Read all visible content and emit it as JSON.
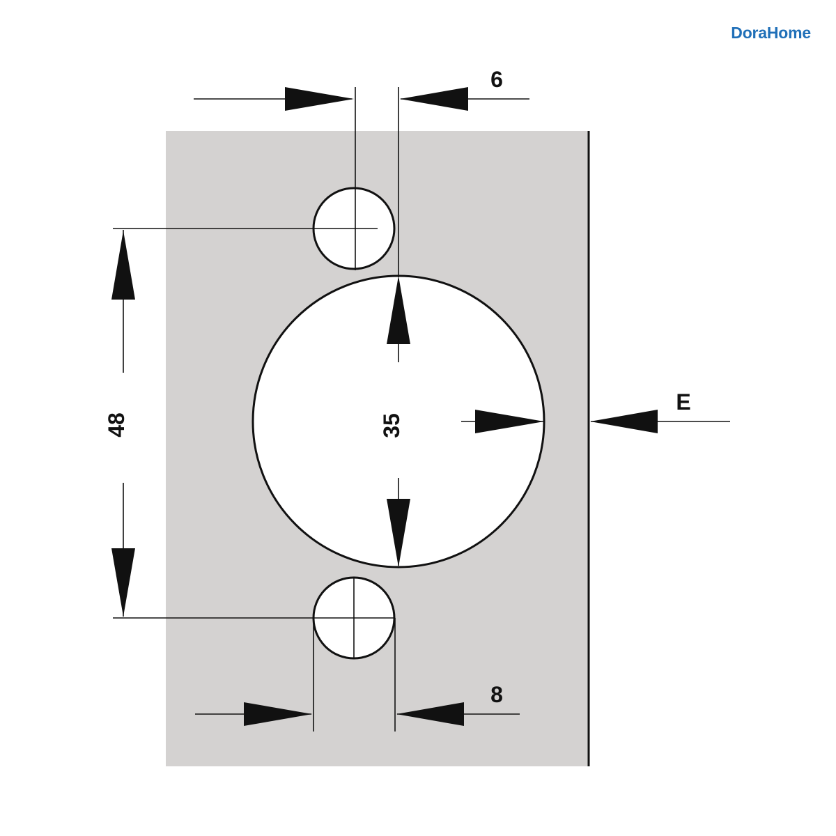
{
  "brand": {
    "logo_text": "DoraHome",
    "color": "#1f6fb8"
  },
  "diagram": {
    "plate_color": "#d4d2d1",
    "line_color": "#111111",
    "hole_fill": "#ffffff",
    "dimensions": {
      "top_screw_spacing": "6",
      "bottom_screw_diameter": "8",
      "screw_center_distance": "48",
      "cup_diameter": "35",
      "edge_distance": "E"
    }
  }
}
